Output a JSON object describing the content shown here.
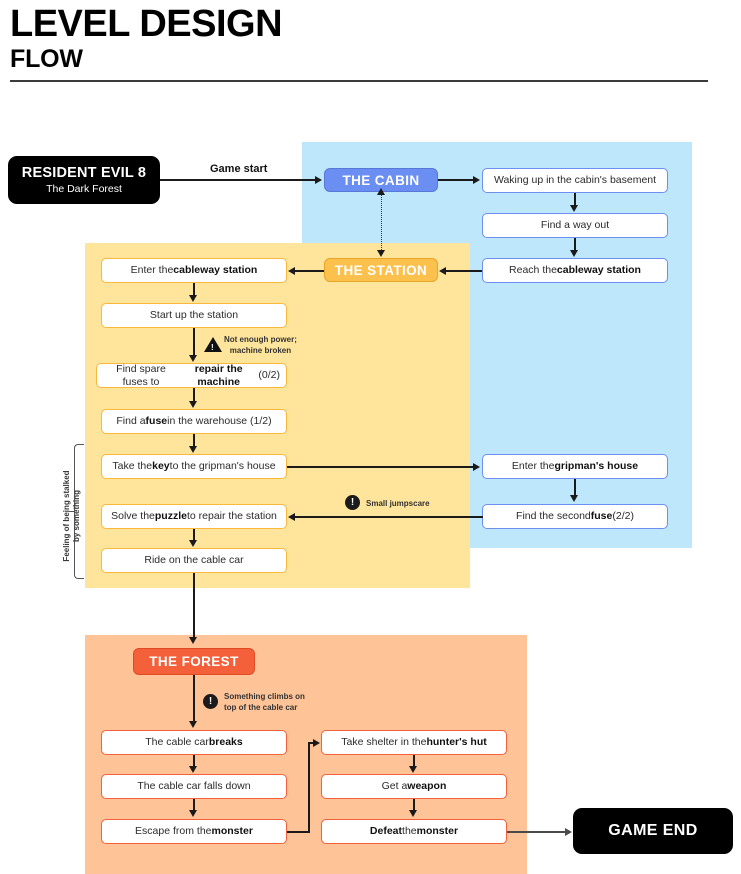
{
  "header": {
    "title_line1": "LEVEL DESIGN",
    "title_line2": "FLOW"
  },
  "start_node": {
    "title": "RESIDENT EVIL 8",
    "subtitle": "The Dark Forest"
  },
  "end_node": {
    "label": "GAME END"
  },
  "edges": {
    "game_start_label": "Game start"
  },
  "zones": [
    {
      "id": "cabin",
      "chip_label": "THE CABIN",
      "bg_color": "#bee7fc",
      "accent_color": "#6b8ef2",
      "steps": [
        "Waking up in the cabin's basement",
        "Find a way out",
        "Reach the cableway station",
        "Enter the gripman's house",
        "Find the second fuse (2/2)"
      ]
    },
    {
      "id": "station",
      "chip_label": "THE STATION",
      "bg_color": "#ffe49b",
      "accent_color": "#fcc04c",
      "steps": [
        "Enter the cableway station",
        "Start up the station",
        "Find spare fuses to repair the machine (0/2)",
        "Find a fuse in the warehouse (1/2)",
        "Take the key to the gripman's house",
        "Solve the puzzle to repair the station",
        "Ride on the cable car"
      ]
    },
    {
      "id": "forest",
      "chip_label": "THE FOREST",
      "bg_color": "#ffc398",
      "accent_color": "#f4603a",
      "steps": [
        "The cable car breaks",
        "The cable car falls down",
        "Escape from the monster",
        "Take shelter in the hunter's hut",
        "Get a weapon",
        "Defeat the monster"
      ]
    }
  ],
  "notes": [
    {
      "icon": "warning-triangle-icon",
      "line1": "Not enough power;",
      "line2": "machine broken"
    },
    {
      "icon": "exclamation-circle-icon",
      "line1": "Small jumpscare",
      "line2": ""
    },
    {
      "icon": "exclamation-circle-icon",
      "line1": "Something climbs on",
      "line2": "top of the cable car"
    }
  ],
  "bracket": {
    "line1": "Feeling of being stalked",
    "line2": "by something"
  },
  "box_text": {
    "cabin_1_a": "Waking up in the cabin's basement",
    "cabin_2_a": "Find a way out",
    "cabin_3_a": "Reach the ",
    "cabin_3_b": "cableway station",
    "cabin_4_a": "Enter the ",
    "cabin_4_b": "gripman's house",
    "cabin_5_a": "Find the second ",
    "cabin_5_b": "fuse",
    "cabin_5_c": " (2/2)",
    "st_1_a": "Enter the ",
    "st_1_b": "cableway station",
    "st_2_a": "Start up the station",
    "st_3_a": "Find spare fuses to ",
    "st_3_b": "repair the machine",
    "st_3_c": " (0/2)",
    "st_4_a": "Find a ",
    "st_4_b": "fuse",
    "st_4_c": " in the warehouse (1/2)",
    "st_5_a": "Take the ",
    "st_5_b": "key",
    "st_5_c": " to the gripman's house",
    "st_6_a": "Solve the ",
    "st_6_b": "puzzle",
    "st_6_c": " to repair the station",
    "st_7_a": "Ride on the cable car",
    "fo_1_a": "The cable car ",
    "fo_1_b": "breaks",
    "fo_2_a": "The cable car falls down",
    "fo_3_a": "Escape from the ",
    "fo_3_b": "monster",
    "fo_4_a": "Take shelter in the ",
    "fo_4_b": "hunter's hut",
    "fo_5_a": "Get a ",
    "fo_5_b": "weapon",
    "fo_6_a": "Defeat",
    "fo_6_b": " the ",
    "fo_6_c": "monster"
  }
}
